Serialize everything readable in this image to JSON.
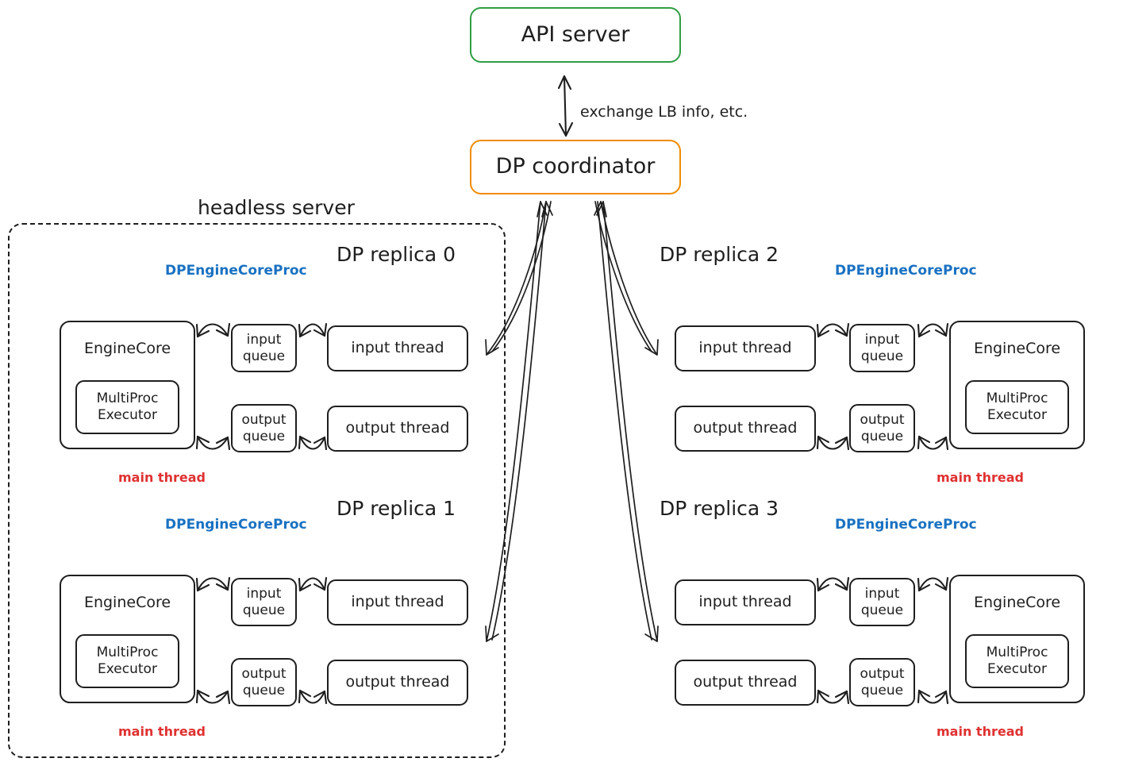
{
  "diagram": {
    "title_nodes": {
      "api_server": "API server",
      "dp_coordinator": "DP coordinator",
      "exchange_label": "exchange LB info, etc.",
      "headless_server": "headless server"
    },
    "colors": {
      "api_server_border": "#2f9e44",
      "dp_coordinator_border": "#f08c00",
      "process_border": "#1971c2",
      "main_thread_border": "#e03131",
      "default_border": "#1e1e1e",
      "text": "#1e1e1e"
    },
    "common_labels": {
      "process_label": "DPEngineCoreProc",
      "main_thread_label": "main thread",
      "engine_core": "EngineCore",
      "multiproc_executor": "MultiProc\nExecutor",
      "multiproc_line1": "MultiProc",
      "multiproc_line2": "Executor",
      "input_queue": "input\nqueue",
      "input_queue_line1": "input",
      "input_queue_line2": "queue",
      "output_queue": "output\nqueue",
      "output_queue_line1": "output",
      "output_queue_line2": "queue",
      "input_thread": "input thread",
      "output_thread": "output thread"
    },
    "replicas": [
      {
        "id": 0,
        "title": "DP replica 0",
        "orientation": "engine-left",
        "inside_headless_server": true
      },
      {
        "id": 1,
        "title": "DP replica 1",
        "orientation": "engine-left",
        "inside_headless_server": true
      },
      {
        "id": 2,
        "title": "DP replica 2",
        "orientation": "engine-right",
        "inside_headless_server": false
      },
      {
        "id": 3,
        "title": "DP replica 3",
        "orientation": "engine-right",
        "inside_headless_server": false
      }
    ],
    "connections": [
      {
        "from": "API server",
        "to": "DP coordinator",
        "label": "exchange LB info, etc.",
        "bidirectional": true
      },
      {
        "from": "DP coordinator",
        "to": "DP replica 0",
        "bidirectional": true
      },
      {
        "from": "DP coordinator",
        "to": "DP replica 1",
        "bidirectional": true
      },
      {
        "from": "DP coordinator",
        "to": "DP replica 2",
        "bidirectional": true
      },
      {
        "from": "DP coordinator",
        "to": "DP replica 3",
        "bidirectional": true
      },
      {
        "from": "EngineCore",
        "to": "input queue",
        "bidirectional": true
      },
      {
        "from": "input queue",
        "to": "input thread",
        "bidirectional": true
      },
      {
        "from": "EngineCore",
        "to": "output queue",
        "bidirectional": true
      },
      {
        "from": "output queue",
        "to": "output thread",
        "bidirectional": true
      }
    ]
  }
}
